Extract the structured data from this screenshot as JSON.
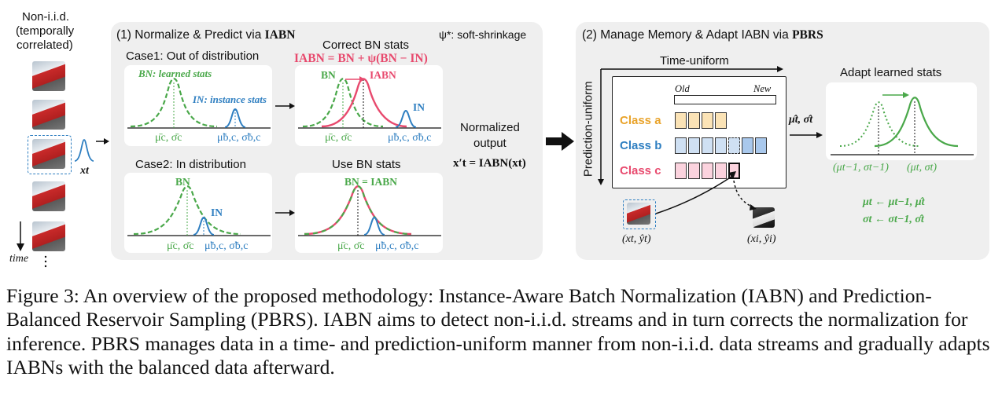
{
  "stream": {
    "label_line1": "Non-i.i.d.",
    "label_line2": "(temporally",
    "label_line3": "correlated)",
    "time_label": "time",
    "input_symbol": "xt"
  },
  "panel1": {
    "title_prefix": "(1) Normalize & Predict via ",
    "title_bold": "IABN",
    "psi_note": "ψ*: soft-shrinkage",
    "case1_title": "Case1: Out of distribution",
    "correct_title": "Correct BN stats",
    "formula": "IABN = BN + ψ(BN − IN)",
    "bn_learned": "BN: learned stats",
    "in_instance": "IN: instance stats",
    "bn": "BN",
    "in": "IN",
    "iabn": "IABN",
    "mu_sigma": "μ̄c, σ̄c",
    "mu_sigma_b": "μ̃b,c, σ̃b,c",
    "case2_title": "Case2: In distribution",
    "use_bn_title": "Use BN stats",
    "bn_eq_iabn": "BN = IABN",
    "normalized_line1": "Normalized",
    "normalized_line2": "output",
    "normalized_formula": "x′t = IABN(xt)"
  },
  "panel2": {
    "title_prefix": "(2) Manage Memory & Adapt IABN via ",
    "title_bold": "PBRS",
    "time_uniform": "Time-uniform",
    "prediction_uniform": "Prediction-uniform",
    "old": "Old",
    "new": "New",
    "class_a": "Class a",
    "class_b": "Class b",
    "class_c": "Class c",
    "mu_sigma_hat": "μ̂t, σ̂t",
    "adapt_title": "Adapt learned stats",
    "prev_stats": "(μt−1, σt−1)",
    "cur_stats": "(μt, σt)",
    "update_mu": "μt ← μt−1, μ̂t",
    "update_sigma": "σt ← σt−1, σ̂t",
    "sample_in": "(xt, ŷt)",
    "sample_out": "(xi, ŷi)"
  },
  "colors": {
    "bn_green": "#4aa84a",
    "in_blue": "#2f7fc1",
    "iabn_red": "#e84a6e",
    "class_a": "#fbe3b6",
    "class_b": "#cfe0f3",
    "class_c": "#fbd3de"
  },
  "caption": "Figure 3: An overview of the proposed methodology: Instance-Aware Batch Normalization (IABN) and Prediction-Balanced Reservoir Sampling (PBRS). IABN aims to detect non-i.i.d. streams and in turn corrects the normalization for inference. PBRS manages data in a time- and prediction-uniform manner from non-i.i.d. data streams and gradually adapts IABNs with the balanced data afterward."
}
